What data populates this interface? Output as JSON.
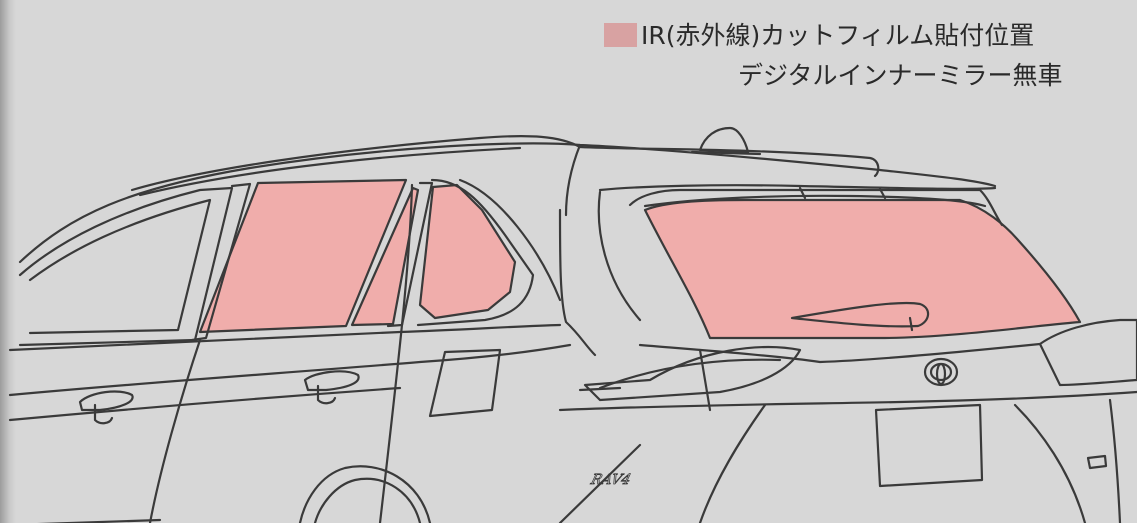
{
  "legend": {
    "line1": "IR(赤外線)カットフィルム貼付位置",
    "line2": "デジタルインナーミラー無車",
    "swatch_color": "#d8a2a2"
  },
  "badge_text": "RAV4",
  "colors": {
    "background": "#d7d7d7",
    "line": "#3a3a3a",
    "film": "#f0adab"
  }
}
